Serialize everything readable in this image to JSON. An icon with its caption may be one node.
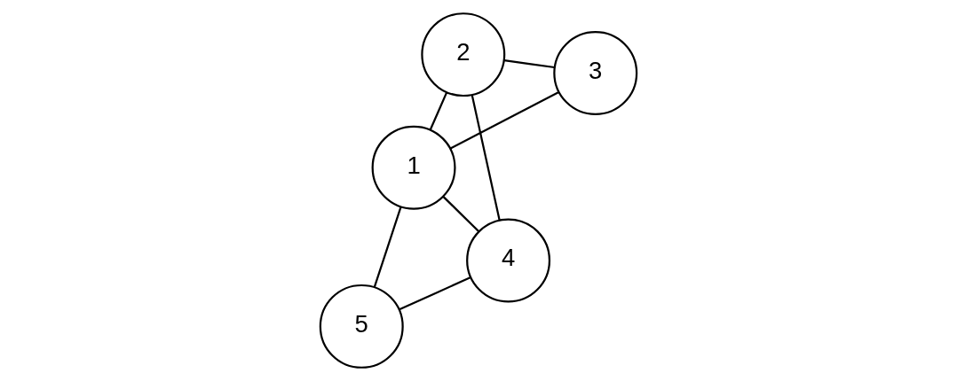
{
  "diagram": {
    "nodes": [
      {
        "text": [
          "5"
        ]
      },
      {
        "text": [
          "4"
        ]
      },
      {
        "text": [
          "1"
        ]
      },
      {
        "text": [
          "2"
        ]
      },
      {
        "text": [
          "3"
        ]
      }
    ],
    "edges": [
      {
        "from": 0,
        "to": 1,
        "arrow": "none"
      },
      {
        "from": 0,
        "to": 2,
        "arrow": "none"
      },
      {
        "from": 1,
        "to": 2,
        "arrow": "none"
      },
      {
        "from": 1,
        "to": 3,
        "arrow": "none"
      },
      {
        "from": 2,
        "to": 3,
        "arrow": "none"
      },
      {
        "from": 2,
        "to": 4,
        "arrow": "none"
      },
      {
        "from": 3,
        "to": 4,
        "arrow": "none"
      }
    ]
  }
}
